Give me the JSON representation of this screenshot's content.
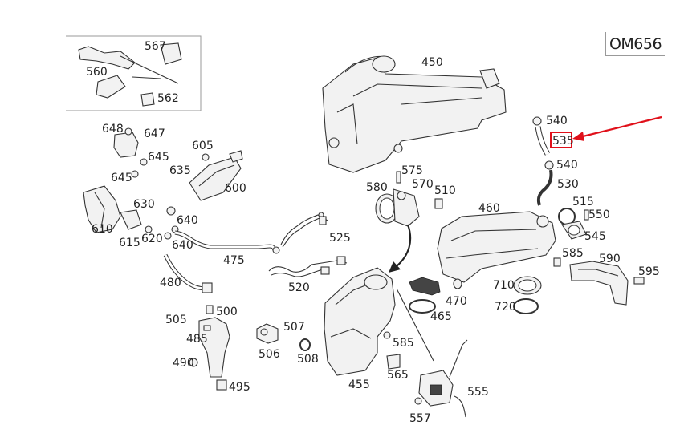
{
  "engine_code": "OM656",
  "highlight_color": "#e0101a",
  "highlighted_part": "535",
  "labels": {
    "p567": "567",
    "p560": "560",
    "p562": "562",
    "p648": "648",
    "p647": "647",
    "p645a": "645",
    "p645b": "645",
    "p605": "605",
    "p635": "635",
    "p600": "600",
    "p630": "630",
    "p640a": "640",
    "p640b": "640",
    "p610": "610",
    "p615": "615",
    "p620": "620",
    "p475": "475",
    "p480": "480",
    "p450": "450",
    "p540a": "540",
    "p535": "535",
    "p540b": "540",
    "p530": "530",
    "p575": "575",
    "p570": "570",
    "p580": "580",
    "p510": "510",
    "p525": "525",
    "p520": "520",
    "p460": "460",
    "p515": "515",
    "p550": "550",
    "p545": "545",
    "p585a": "585",
    "p590": "590",
    "p595": "595",
    "p710": "710",
    "p720": "720",
    "p470": "470",
    "p465": "465",
    "p505": "505",
    "p500": "500",
    "p485": "485",
    "p490": "490",
    "p495": "495",
    "p507": "507",
    "p506": "506",
    "p508": "508",
    "p585b": "585",
    "p565": "565",
    "p455": "455",
    "p555": "555",
    "p557": "557"
  }
}
